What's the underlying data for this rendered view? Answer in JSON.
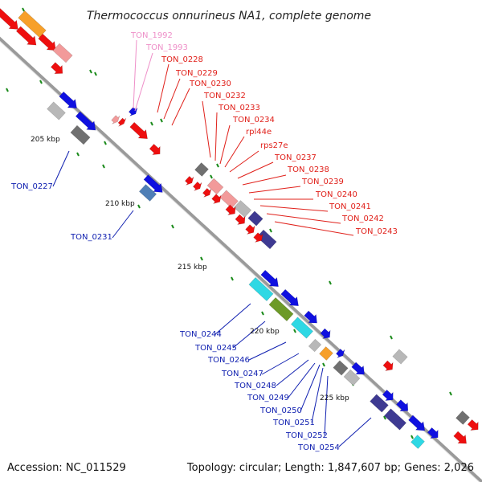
{
  "title": "Thermococcus onnurineus NA1, complete genome",
  "accession": "Accession: NC_011529",
  "summary": "Topology: circular; Length: 1,847,607 bp; Genes: 2,026",
  "kbp_labels": [
    "205 kbp",
    "210 kbp",
    "215 kbp",
    "220 kbp",
    "225 kbp"
  ],
  "red_labels": [
    "TON_1992",
    "TON_1993",
    "TON_0228",
    "TON_0229",
    "TON_0230",
    "TON_0232",
    "TON_0233",
    "TON_0234",
    "rpl44e",
    "rps27e",
    "TON_0237",
    "TON_0238",
    "TON_0239",
    "TON_0240",
    "TON_0241",
    "TON_0242",
    "TON_0243"
  ],
  "blue_labels": [
    "TON_0227",
    "TON_0231",
    "TON_0244",
    "TON_0245",
    "TON_0246",
    "TON_0247",
    "TON_0248",
    "TON_0249",
    "TON_0250",
    "TON_0251",
    "TON_0252",
    "TON_0254"
  ],
  "colors": {
    "red_label": "#e0201a",
    "pink_label": "#ee8fc8",
    "blue_label": "#1020b0",
    "backbone": "#909090",
    "tick": "#1a8a1a",
    "gene_red": "#ee0f0f",
    "gene_blue": "#0f10e0",
    "gene_pink": "#f29a9a",
    "gene_orange": "#f7a02a",
    "gene_navy": "#3e3a92",
    "gene_cyan": "#2ed8e4",
    "gene_olive": "#6d9a28",
    "gene_grey": "#b8b8b8",
    "gene_darkgrey": "#707070",
    "gene_steel": "#4f7fb6"
  }
}
